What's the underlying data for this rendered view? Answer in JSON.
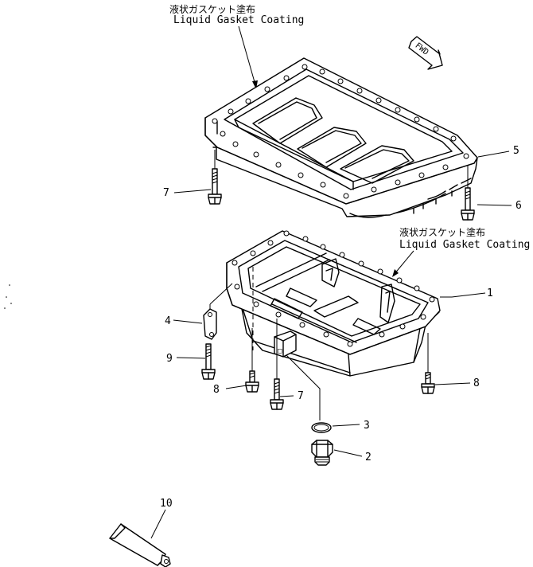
{
  "notes": {
    "top": {
      "jp": "液状ガスケット塗布",
      "en": "Liquid Gasket Coating"
    },
    "right": {
      "jp": "液状ガスケット塗布",
      "en": "Liquid Gasket Coating"
    }
  },
  "fwd_label": "FWD",
  "callouts": {
    "c1": "1",
    "c2": "2",
    "c3": "3",
    "c4": "4",
    "c5": "5",
    "c6": "6",
    "c7a": "7",
    "c7b": "7",
    "c8a": "8",
    "c8b": "8",
    "c9": "9",
    "c10": "10"
  }
}
